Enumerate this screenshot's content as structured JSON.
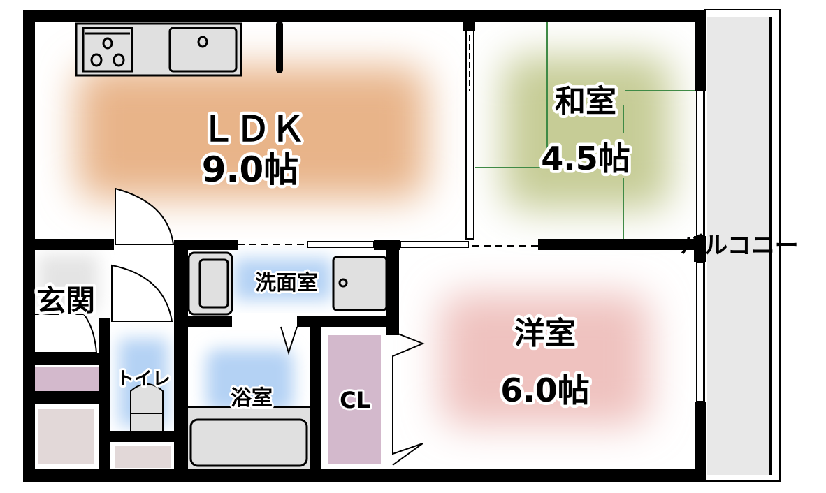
{
  "floor_plan": {
    "rooms": {
      "ldk": {
        "name": "ＬＤＫ",
        "size": "9.0帖",
        "color": "#e8b489"
      },
      "washitsu": {
        "name": "和室",
        "size": "4.5帖",
        "color": "#c6cc96"
      },
      "yoshitsu": {
        "name": "洋室",
        "size": "6.0帖",
        "color": "#efc2bf"
      },
      "senmenshitsu": {
        "name": "洗面室",
        "color": "#b4d2f4"
      },
      "yokushitsu": {
        "name": "浴室",
        "color": "#b4d2f4"
      },
      "toilet": {
        "name": "トイレ",
        "color": "#b4d2f4"
      },
      "closet": {
        "name": "CL",
        "color": "#d3b9cc"
      },
      "genkan": {
        "name": "玄関"
      },
      "balcony": {
        "name": "バルコニー",
        "color": "#e8e8e8"
      }
    },
    "tatami_line_color": "#3f8a46"
  }
}
